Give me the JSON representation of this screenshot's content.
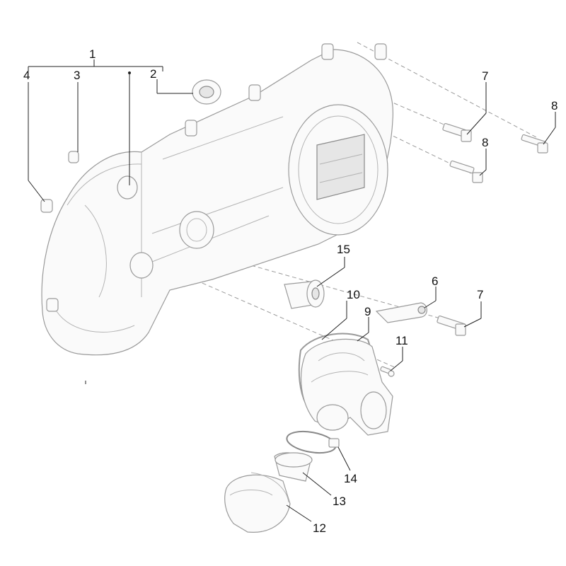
{
  "callouts": [
    "1",
    "2",
    "3",
    "4",
    "6",
    "7",
    "7",
    "8",
    "8",
    "9",
    "10",
    "11",
    "12",
    "13",
    "14",
    "15"
  ],
  "colors": {
    "line": "#9a9a9a",
    "leader": "#222222",
    "text": "#111111"
  }
}
